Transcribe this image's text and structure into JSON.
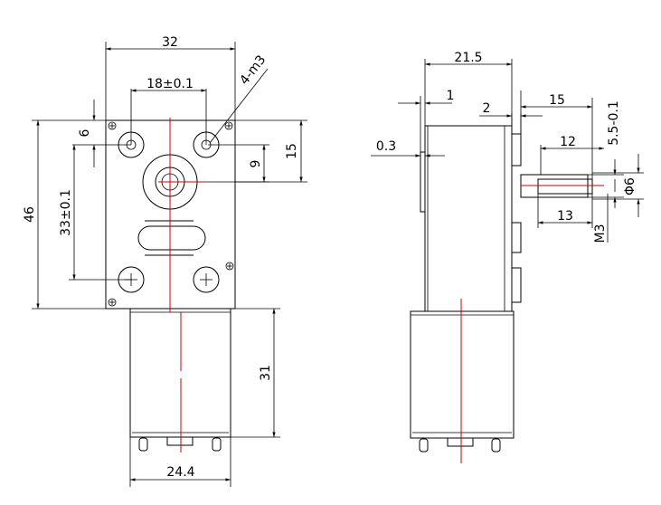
{
  "dimensions": {
    "front_width": "32",
    "front_hole_spacing": "18±0.1",
    "front_hole_label": "4-m3",
    "front_top_offset": "6",
    "front_shaft_offset": "9",
    "front_right_height": "15",
    "front_height": "46",
    "front_hole_vertical_spacing": "33±0.1",
    "motor_length": "31",
    "motor_width": "24.4",
    "side_width": "21.5",
    "side_step": "1",
    "side_thickness": "0.3",
    "side_flange": "2",
    "shaft_total": "15",
    "shaft_flat": "12",
    "shaft_thread_len": "13",
    "shaft_flat_dim": "5.5-0.1",
    "shaft_dia": "Φ6",
    "shaft_thread": "M3"
  },
  "colors": {
    "line": "#000000",
    "centerline": "#d00000",
    "background": "#ffffff"
  }
}
